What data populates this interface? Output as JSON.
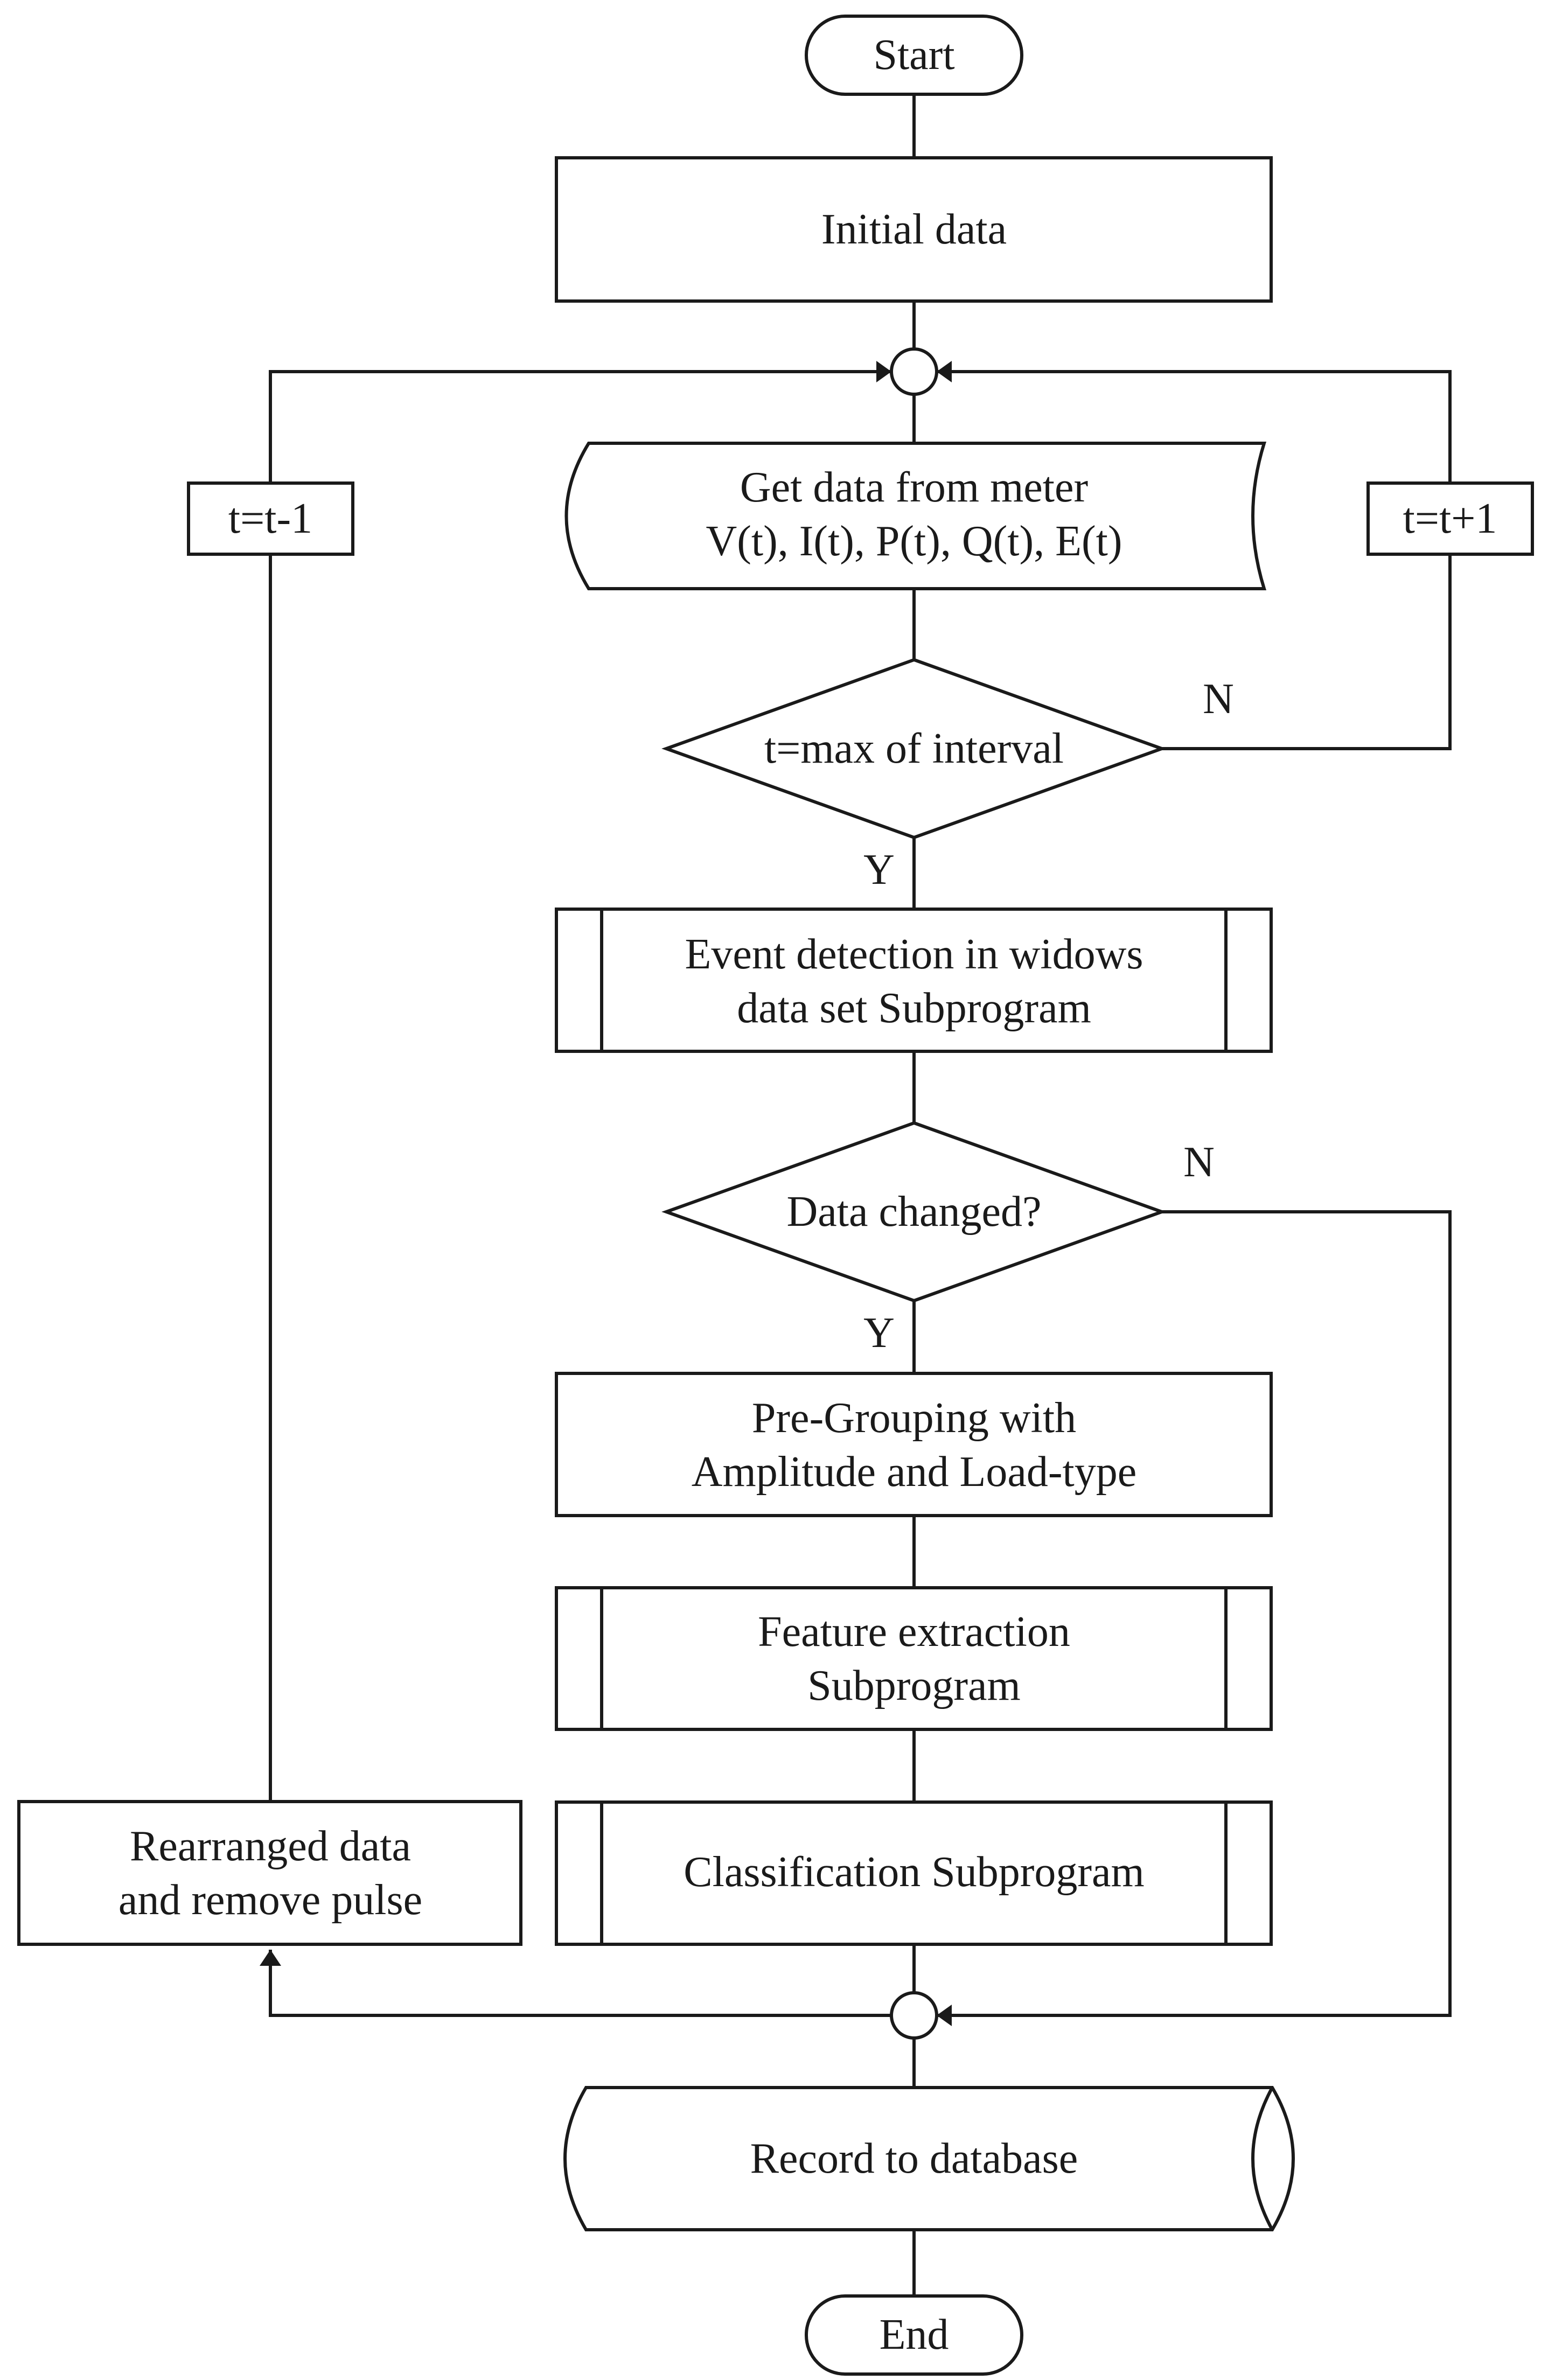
{
  "diagram": {
    "type": "flowchart",
    "nodes": {
      "start": {
        "label": "Start"
      },
      "initial": {
        "label": "Initial data"
      },
      "get_data": {
        "line1": "Get data from meter",
        "line2": "V(t), I(t), P(t), Q(t), E(t)"
      },
      "t_plus": {
        "label": "t=t+1"
      },
      "t_minus": {
        "label": "t=t-1"
      },
      "decision_interval": {
        "label": "t=max of interval",
        "no_label": "N",
        "yes_label": "Y"
      },
      "event_detection": {
        "line1": "Event detection in widows",
        "line2": "data set Subprogram"
      },
      "decision_changed": {
        "label": "Data changed?",
        "no_label": "N",
        "yes_label": "Y"
      },
      "pregrouping": {
        "line1": "Pre-Grouping with",
        "line2": "Amplitude and Load-type"
      },
      "feature_extraction": {
        "line1": "Feature extraction",
        "line2": "Subprogram"
      },
      "classification": {
        "label": "Classification Subprogram"
      },
      "rearranged": {
        "line1": "Rearranged data",
        "line2": "and remove pulse"
      },
      "record": {
        "label": "Record to database"
      },
      "end": {
        "label": "End"
      }
    },
    "edges": [
      {
        "from": "start",
        "to": "initial"
      },
      {
        "from": "initial",
        "to": "get_data",
        "via": "junction-top"
      },
      {
        "from": "get_data",
        "to": "decision_interval"
      },
      {
        "from": "decision_interval",
        "to": "t_plus",
        "label": "N"
      },
      {
        "from": "t_plus",
        "to": "get_data",
        "via": "junction-top"
      },
      {
        "from": "decision_interval",
        "to": "event_detection",
        "label": "Y"
      },
      {
        "from": "event_detection",
        "to": "decision_changed"
      },
      {
        "from": "decision_changed",
        "to": "pregrouping",
        "label": "Y"
      },
      {
        "from": "decision_changed",
        "to": "record",
        "label": "N",
        "via": "junction-bottom"
      },
      {
        "from": "pregrouping",
        "to": "feature_extraction"
      },
      {
        "from": "feature_extraction",
        "to": "classification"
      },
      {
        "from": "classification",
        "to": "record",
        "via": "junction-bottom"
      },
      {
        "from": "junction-bottom",
        "to": "rearranged"
      },
      {
        "from": "rearranged",
        "to": "t_minus"
      },
      {
        "from": "t_minus",
        "to": "get_data",
        "via": "junction-top"
      },
      {
        "from": "record",
        "to": "end"
      }
    ]
  }
}
